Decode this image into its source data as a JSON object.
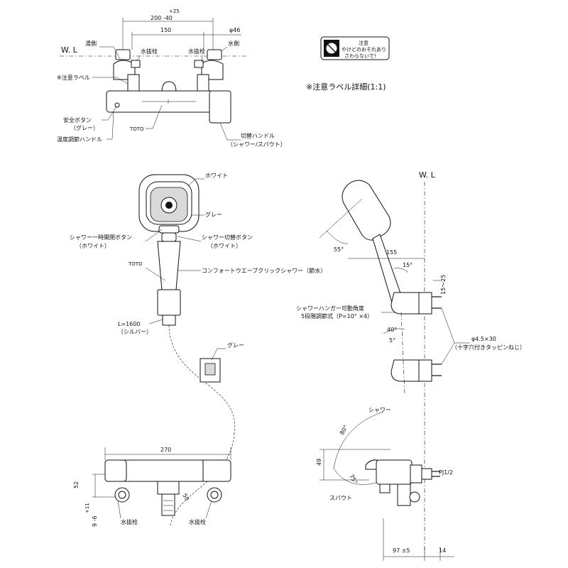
{
  "top_view": {
    "dim_plus25": "+25",
    "dim_200_40": "200 -40",
    "dim_150": "150",
    "dim_phi46": "φ46",
    "wl": "W. L",
    "label_hot_side": "湯側",
    "label_drain_left": "水抜栓",
    "label_drain_right": "水抜栓",
    "label_cold_side": "水側",
    "label_caution_label": "※注意ラベル",
    "label_safety_button": "安全ボタン",
    "label_safety_button_color": "（グレー）",
    "label_temp_handle": "温度調節ハンドル",
    "label_toto": "TOTO",
    "label_switch_handle": "切替ハンドル",
    "label_switch_handle_sub": "（シャワー/スパウト）"
  },
  "caution_label": {
    "title": "注意",
    "line1": "やけどのおそれあり",
    "line2": "さわらないで！",
    "caption": "※注意ラベル詳細(1:1)"
  },
  "shower_head": {
    "label_white": "ホワイト",
    "label_gray": "グレー",
    "label_stop_button": "シャワー一時開閉ボタン",
    "label_stop_button_color": "（ホワイト）",
    "label_switch_button": "シャワー切替ボタン",
    "label_switch_button_color": "（ホワイト）",
    "label_toto": "TOTO",
    "label_model": "コンフォートウエーブクリックシャワー（節水）",
    "label_hose": "L=1600",
    "label_hose_color": "（シルバー）",
    "label_gray_part": "グレー"
  },
  "side_view": {
    "wl": "W. L",
    "angle_55": "55°",
    "dim_155": "155",
    "angle_15": "15°",
    "dim_15_25": "15～25",
    "label_hanger": "シャワーハンガー可動角度",
    "label_hanger_sub": "5段階調節式（P=10° ×4）",
    "angle_40": "40°",
    "angle_5": "5°",
    "label_screw": "φ4.5×30",
    "label_screw_sub": "（十字穴付きタッピンねじ）"
  },
  "bottom_view": {
    "dim_270": "270",
    "dim_52": "52",
    "dim_50": "50",
    "dim_plus11": "+11",
    "dim_9_6": "9 -6",
    "label_drain_left": "水抜栓",
    "label_drain_right": "水抜栓"
  },
  "bottom_side_view": {
    "label_shower": "シャワー",
    "angle_80": "80°",
    "dim_49": "49",
    "angle_75": "75°",
    "label_spout": "スパウト",
    "label_pj": "PJ1/2",
    "dim_97": "97 ±5",
    "dim_14": "14"
  }
}
